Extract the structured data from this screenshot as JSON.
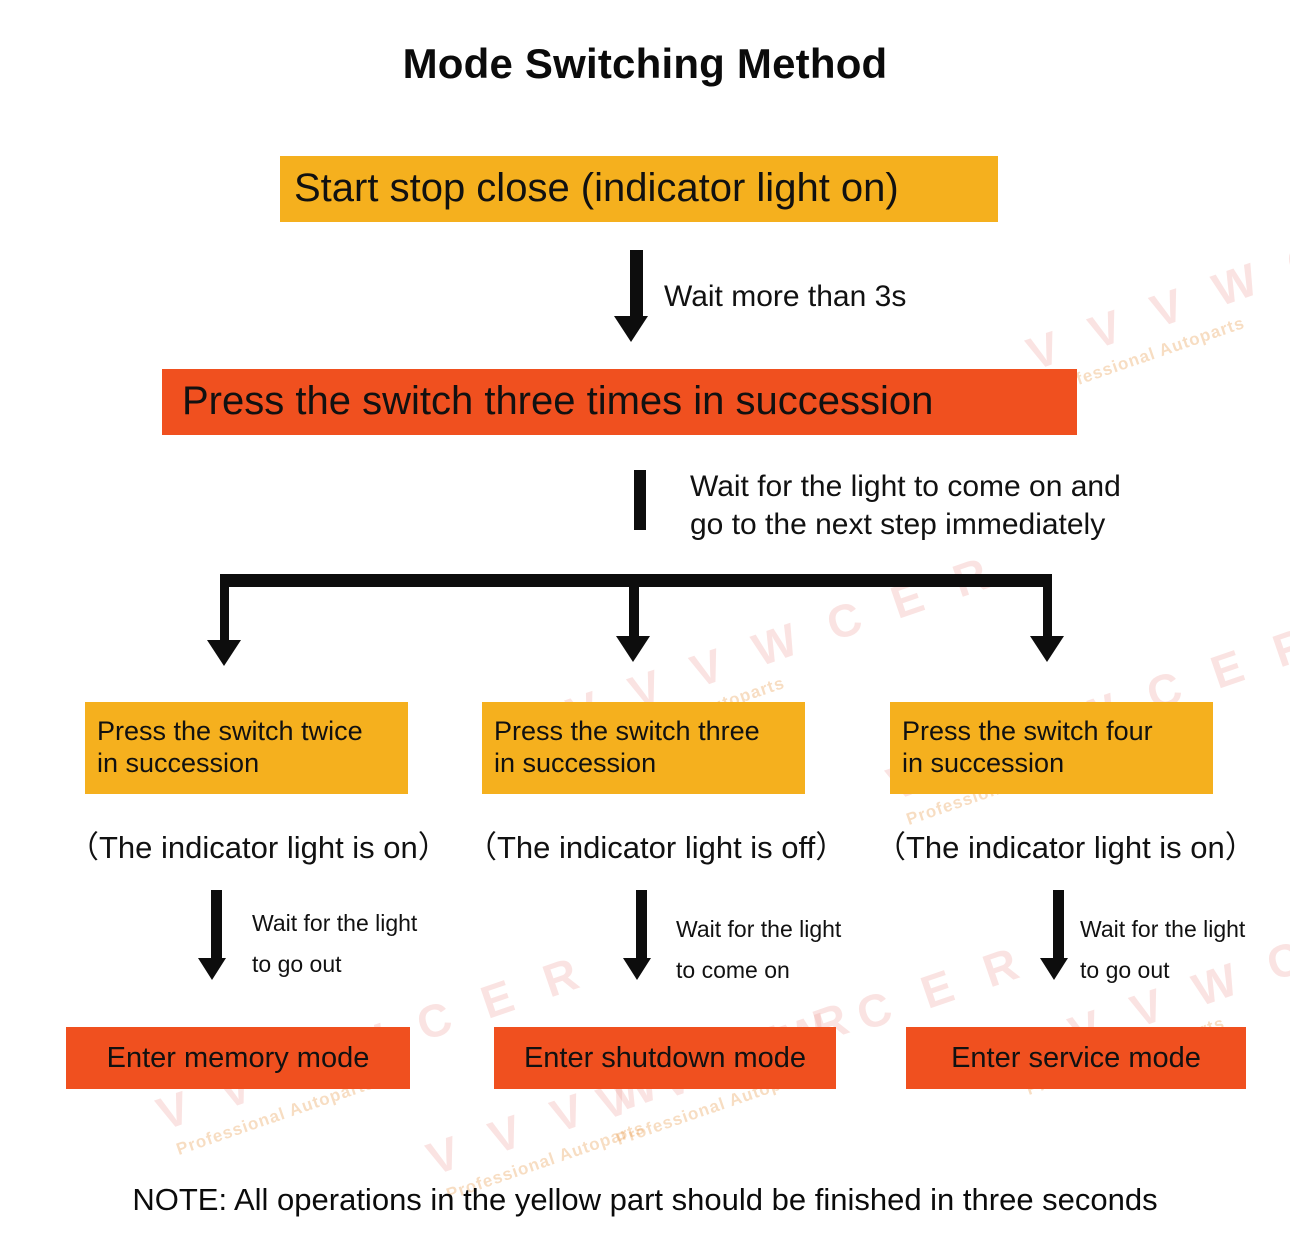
{
  "page": {
    "title": "Mode Switching Method",
    "footer_note": "NOTE: All operations in the yellow part should be finished in three seconds",
    "colors": {
      "yellow": "#F5B01E",
      "red": "#F0501F",
      "text": "#111111",
      "background": "#FFFFFF",
      "arrow": "#0D0D0D",
      "watermark_main": "#F0A5A0",
      "watermark_sub": "#E8903A"
    }
  },
  "watermark": {
    "main": "V V V W C E R",
    "sub": "Professional Autoparts"
  },
  "flow": {
    "start_box": {
      "label": "Start stop close (indicator light on)",
      "style": "yellow"
    },
    "arrow_1": {
      "label": "Wait more than 3s",
      "icon": "arrow-down-icon"
    },
    "press_box": {
      "label": "Press the switch three times in succession",
      "style": "red"
    },
    "arrow_2": {
      "label_line1": "Wait for the light to come on and",
      "label_line2": "go to the next step immediately",
      "icon": "arrow-down-icon"
    },
    "branches": [
      {
        "action_line1": "Press the switch twice",
        "action_line2": "in succession",
        "action_style": "yellow",
        "indicator_note": "（The indicator light is on）",
        "wait_line1": "Wait for the light",
        "wait_line2": "to go out",
        "result": "Enter memory mode",
        "result_style": "red"
      },
      {
        "action_line1": "Press the switch three",
        "action_line2": "in succession",
        "action_style": "yellow",
        "indicator_note": "（The indicator light is off）",
        "wait_line1": "Wait for the light",
        "wait_line2": "to come on",
        "result": "Enter shutdown mode",
        "result_style": "red"
      },
      {
        "action_line1": "Press the switch four",
        "action_line2": "in succession",
        "action_style": "yellow",
        "indicator_note": "（The indicator light is on）",
        "wait_line1": "Wait for the light",
        "wait_line2": "to go out",
        "result": "Enter service mode",
        "result_style": "red"
      }
    ]
  }
}
